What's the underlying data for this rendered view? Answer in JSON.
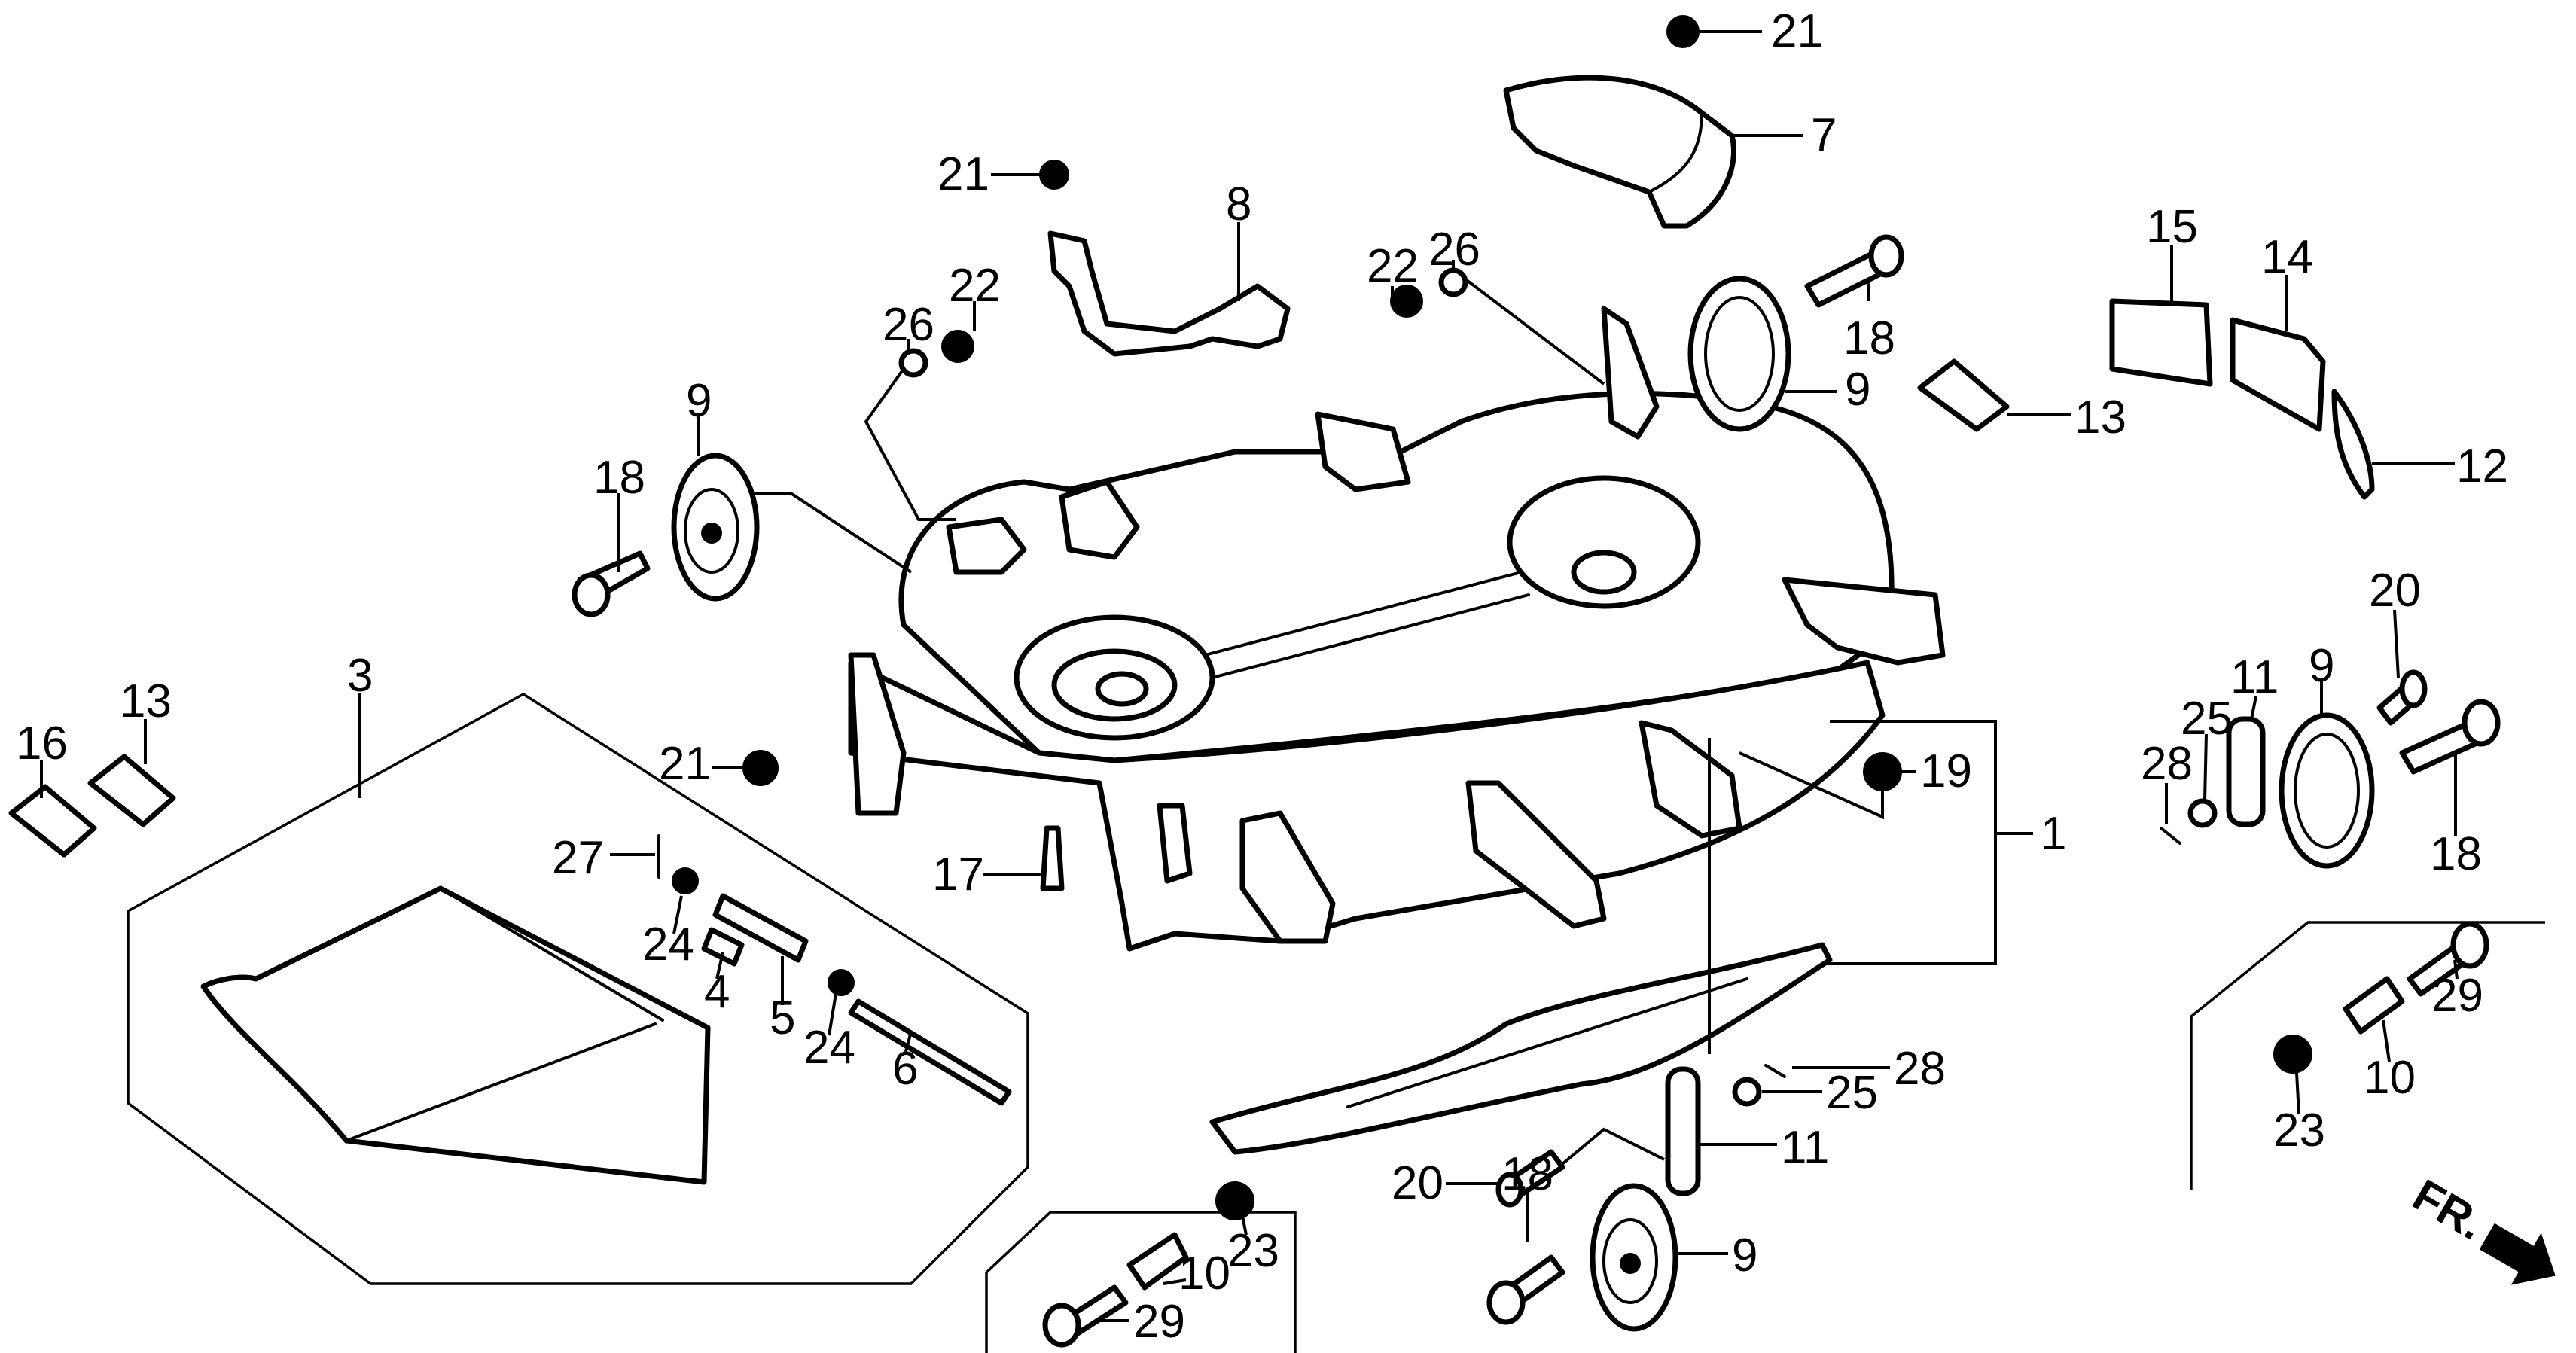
{
  "diagram": {
    "title": "Mower deck exploded parts diagram",
    "background": "#ffffff",
    "ink": "#000000",
    "direction_marker": {
      "label": "FR.",
      "icon": "front-direction-arrow-icon"
    },
    "callouts": [
      {
        "id": "c21a",
        "label": "21",
        "part": "nut"
      },
      {
        "id": "c7",
        "label": "7",
        "part": "pulley-cover"
      },
      {
        "id": "c21b",
        "label": "21",
        "part": "nut"
      },
      {
        "id": "c8",
        "label": "8",
        "part": "belt-guide-bracket"
      },
      {
        "id": "c22a",
        "label": "22",
        "part": "nut"
      },
      {
        "id": "c26a",
        "label": "26",
        "part": "washer"
      },
      {
        "id": "c22b",
        "label": "22",
        "part": "nut"
      },
      {
        "id": "c26b",
        "label": "26",
        "part": "washer"
      },
      {
        "id": "c18a",
        "label": "18",
        "part": "wheel-bolt"
      },
      {
        "id": "c9a",
        "label": "9",
        "part": "gauge-wheel"
      },
      {
        "id": "c15",
        "label": "15",
        "part": "label-decal"
      },
      {
        "id": "c14",
        "label": "14",
        "part": "label-decal"
      },
      {
        "id": "c13a",
        "label": "13",
        "part": "label-decal"
      },
      {
        "id": "c12",
        "label": "12",
        "part": "label-decal"
      },
      {
        "id": "c9b",
        "label": "9",
        "part": "gauge-wheel"
      },
      {
        "id": "c18b",
        "label": "18",
        "part": "wheel-bolt"
      },
      {
        "id": "c3",
        "label": "3",
        "part": "discharge-chute-assembly"
      },
      {
        "id": "c13b",
        "label": "13",
        "part": "label-decal"
      },
      {
        "id": "c16",
        "label": "16",
        "part": "label-decal"
      },
      {
        "id": "c21c",
        "label": "21",
        "part": "nut"
      },
      {
        "id": "c27",
        "label": "27",
        "part": "cotter-pin"
      },
      {
        "id": "c24a",
        "label": "24",
        "part": "washer"
      },
      {
        "id": "c4",
        "label": "4",
        "part": "spring"
      },
      {
        "id": "c5",
        "label": "5",
        "part": "collar"
      },
      {
        "id": "c24b",
        "label": "24",
        "part": "washer"
      },
      {
        "id": "c6",
        "label": "6",
        "part": "chute-shaft"
      },
      {
        "id": "c17",
        "label": "17",
        "part": "bolt"
      },
      {
        "id": "c19",
        "label": "19",
        "part": "nut"
      },
      {
        "id": "c1",
        "label": "1",
        "part": "deck-housing"
      },
      {
        "id": "c20a",
        "label": "20",
        "part": "pin"
      },
      {
        "id": "c11a",
        "label": "11",
        "part": "wheel-plate"
      },
      {
        "id": "c9c",
        "label": "9",
        "part": "gauge-wheel"
      },
      {
        "id": "c25a",
        "label": "25",
        "part": "washer"
      },
      {
        "id": "c28a",
        "label": "28",
        "part": "clip"
      },
      {
        "id": "c18c",
        "label": "18",
        "part": "wheel-bolt"
      },
      {
        "id": "c29a",
        "label": "29",
        "part": "bolt"
      },
      {
        "id": "c10a",
        "label": "10",
        "part": "collar"
      },
      {
        "id": "c23a",
        "label": "23",
        "part": "nut"
      },
      {
        "id": "c28b",
        "label": "28",
        "part": "clip"
      },
      {
        "id": "c25b",
        "label": "25",
        "part": "washer"
      },
      {
        "id": "c11b",
        "label": "11",
        "part": "wheel-plate"
      },
      {
        "id": "c20b",
        "label": "20",
        "part": "pin"
      },
      {
        "id": "c18d",
        "label": "18",
        "part": "wheel-bolt"
      },
      {
        "id": "c9d",
        "label": "9",
        "part": "gauge-wheel"
      },
      {
        "id": "c23b",
        "label": "23",
        "part": "nut"
      },
      {
        "id": "c10b",
        "label": "10",
        "part": "collar"
      },
      {
        "id": "c29b",
        "label": "29",
        "part": "bolt"
      }
    ]
  }
}
